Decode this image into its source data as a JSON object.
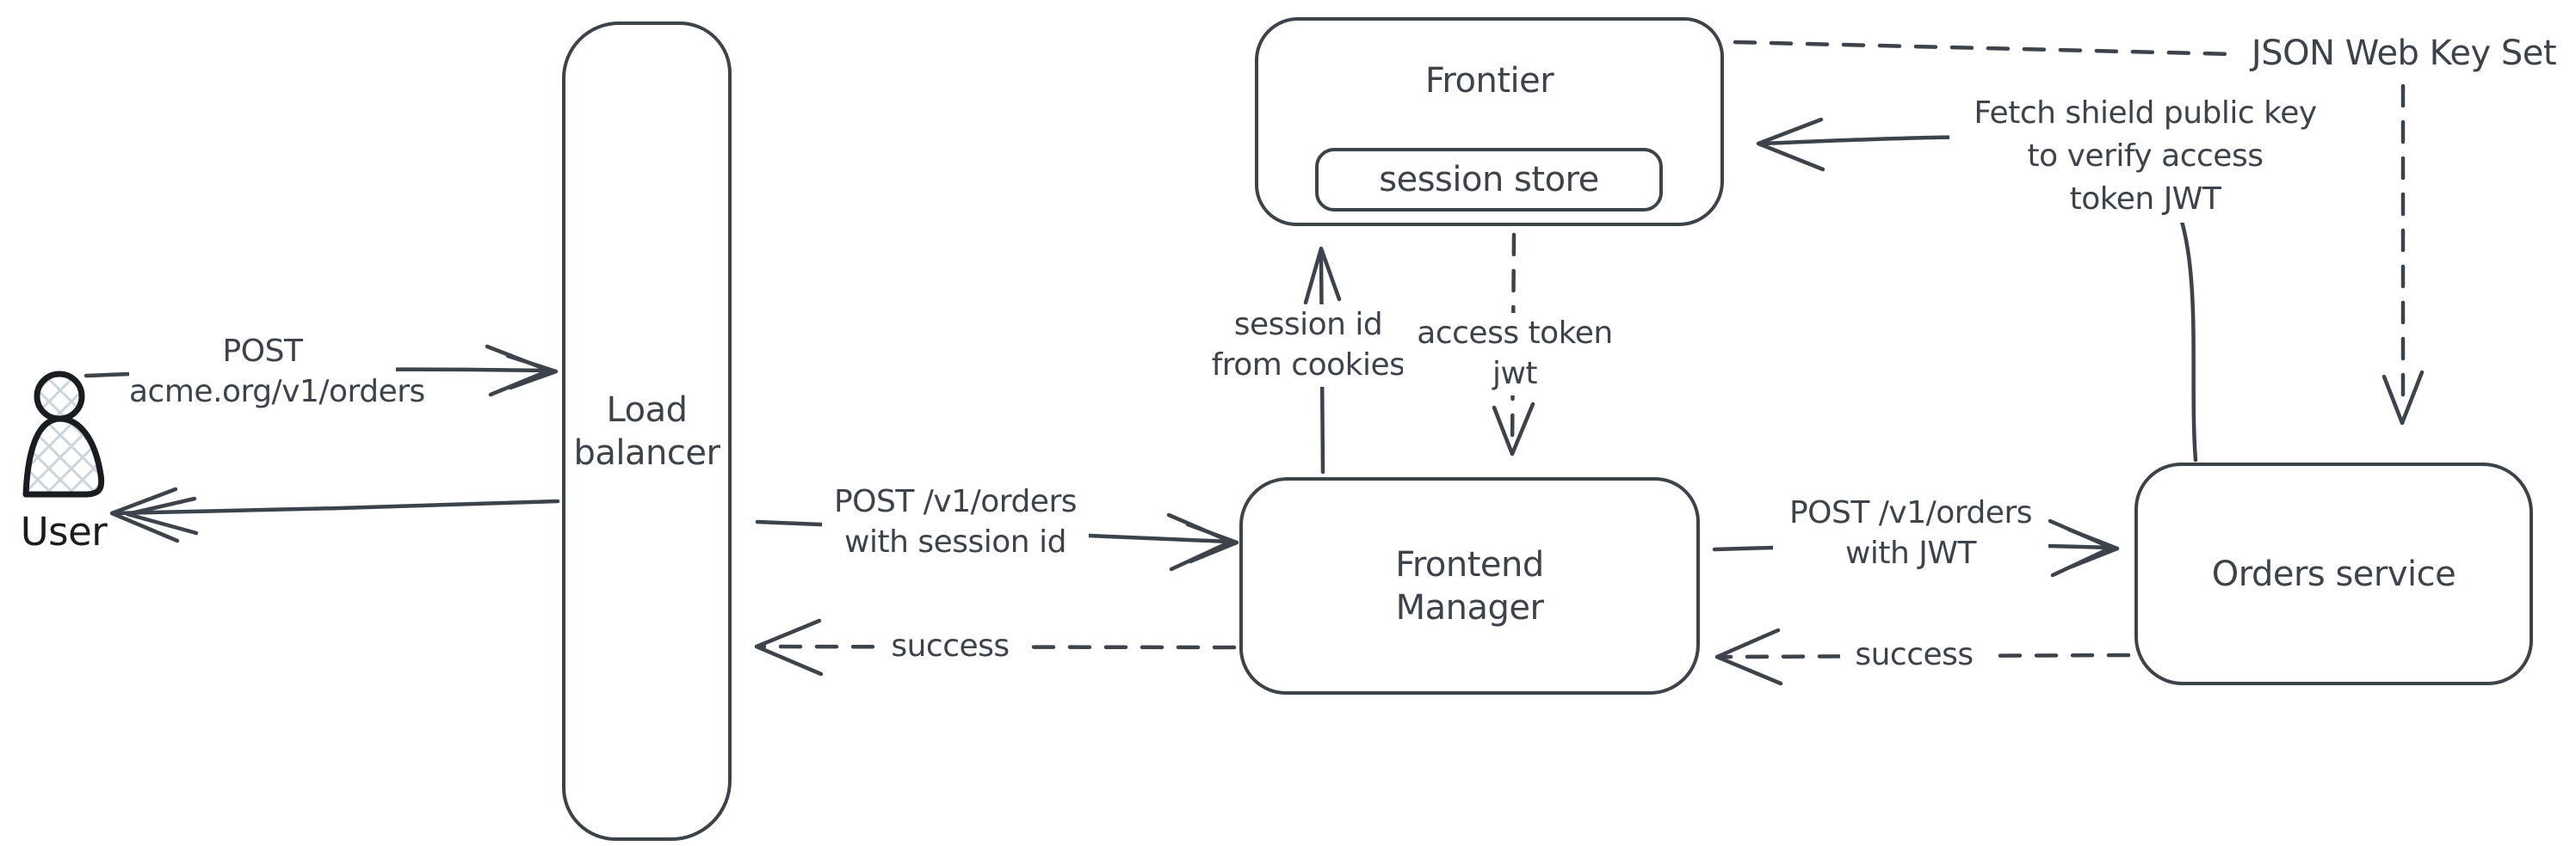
{
  "diagram": {
    "background": "#ffffff",
    "stroke_color": "#3d434b",
    "user_stroke_color": "#191c20",
    "hatch_color": "#ccd5dc",
    "nodes": {
      "user": {
        "label": "User"
      },
      "load_balancer": {
        "line1": "Load",
        "line2": "balancer"
      },
      "frontier": {
        "label": "Frontier"
      },
      "session_store": {
        "label": "session store"
      },
      "frontend_manager": {
        "line1": "Frontend",
        "line2": "Manager"
      },
      "orders_service": {
        "label": "Orders service"
      }
    },
    "edges": {
      "user_to_lb": {
        "line1": "POST",
        "line2": "acme.org/v1/orders"
      },
      "lb_to_fm": {
        "line1": "POST /v1/orders",
        "line2": "with session id"
      },
      "fm_to_lb_success": {
        "label": "success"
      },
      "fm_to_frontier": {
        "line1": "session id",
        "line2": "from cookies"
      },
      "frontier_to_fm": {
        "line1": "access token",
        "line2": "jwt"
      },
      "fm_to_orders": {
        "line1": "POST /v1/orders",
        "line2": "with JWT"
      },
      "orders_to_fm_success": {
        "label": "success"
      },
      "orders_to_frontier": {
        "line1": "Fetch shield public key",
        "line2": "to verify access",
        "line3": "token JWT"
      },
      "jwks": {
        "label": "JSON Web Key Set"
      }
    }
  }
}
